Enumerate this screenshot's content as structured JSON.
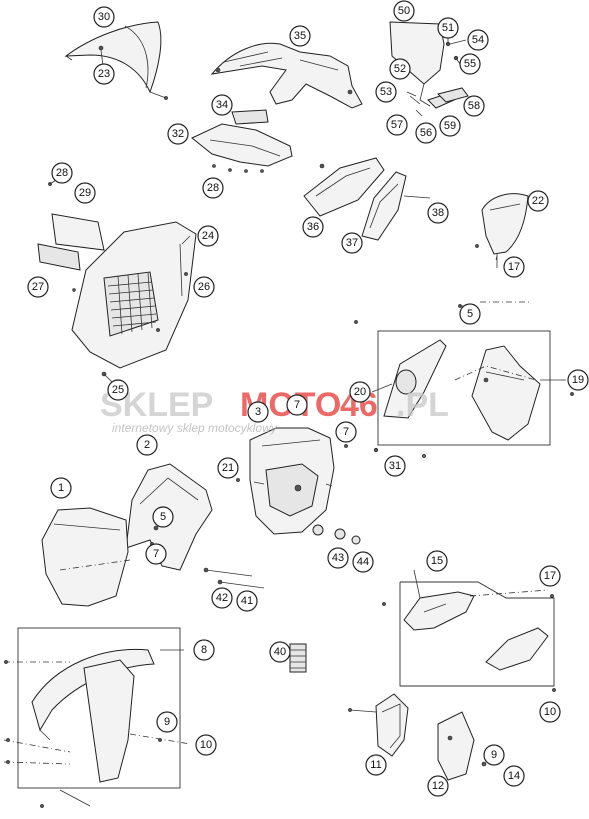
{
  "watermark": {
    "brand_a": "SKLEP",
    "brand_b": "MOTO",
    "brand_c": "46",
    "brand_d": ".PL",
    "tagline": "internetowy sklep motocyklowy",
    "color_grey": "#c8c8c8",
    "color_red": "#e53935"
  },
  "callouts": [
    {
      "id": "c30",
      "label": "30"
    },
    {
      "id": "c23",
      "label": "23"
    },
    {
      "id": "c35",
      "label": "35"
    },
    {
      "id": "c34",
      "label": "34"
    },
    {
      "id": "c32",
      "label": "32"
    },
    {
      "id": "c28a",
      "label": "28"
    },
    {
      "id": "c50",
      "label": "50"
    },
    {
      "id": "c51",
      "label": "51"
    },
    {
      "id": "c54",
      "label": "54"
    },
    {
      "id": "c55",
      "label": "55"
    },
    {
      "id": "c52",
      "label": "52"
    },
    {
      "id": "c53",
      "label": "53"
    },
    {
      "id": "c58",
      "label": "58"
    },
    {
      "id": "c57",
      "label": "57"
    },
    {
      "id": "c56",
      "label": "56"
    },
    {
      "id": "c59",
      "label": "59"
    },
    {
      "id": "c28b",
      "label": "28"
    },
    {
      "id": "c29",
      "label": "29"
    },
    {
      "id": "c24",
      "label": "24"
    },
    {
      "id": "c26",
      "label": "26"
    },
    {
      "id": "c27",
      "label": "27"
    },
    {
      "id": "c25",
      "label": "25"
    },
    {
      "id": "c36",
      "label": "36"
    },
    {
      "id": "c37",
      "label": "37"
    },
    {
      "id": "c38",
      "label": "38"
    },
    {
      "id": "c22",
      "label": "22"
    },
    {
      "id": "c17a",
      "label": "17"
    },
    {
      "id": "c5a",
      "label": "5"
    },
    {
      "id": "c19",
      "label": "19"
    },
    {
      "id": "c20",
      "label": "20"
    },
    {
      "id": "c31",
      "label": "31"
    },
    {
      "id": "c3",
      "label": "3"
    },
    {
      "id": "c7a",
      "label": "7"
    },
    {
      "id": "c7b",
      "label": "7"
    },
    {
      "id": "c21",
      "label": "21"
    },
    {
      "id": "c2",
      "label": "2"
    },
    {
      "id": "c1",
      "label": "1"
    },
    {
      "id": "c5b",
      "label": "5"
    },
    {
      "id": "c7c",
      "label": "7"
    },
    {
      "id": "c43",
      "label": "43"
    },
    {
      "id": "c44",
      "label": "44"
    },
    {
      "id": "c42",
      "label": "42"
    },
    {
      "id": "c41",
      "label": "41"
    },
    {
      "id": "c15",
      "label": "15"
    },
    {
      "id": "c17b",
      "label": "17"
    },
    {
      "id": "c8",
      "label": "8"
    },
    {
      "id": "c40",
      "label": "40"
    },
    {
      "id": "c9a",
      "label": "9"
    },
    {
      "id": "c10a",
      "label": "10"
    },
    {
      "id": "c10b",
      "label": "10"
    },
    {
      "id": "c11",
      "label": "11"
    },
    {
      "id": "c12",
      "label": "12"
    },
    {
      "id": "c9b",
      "label": "9"
    },
    {
      "id": "c14",
      "label": "14"
    }
  ]
}
